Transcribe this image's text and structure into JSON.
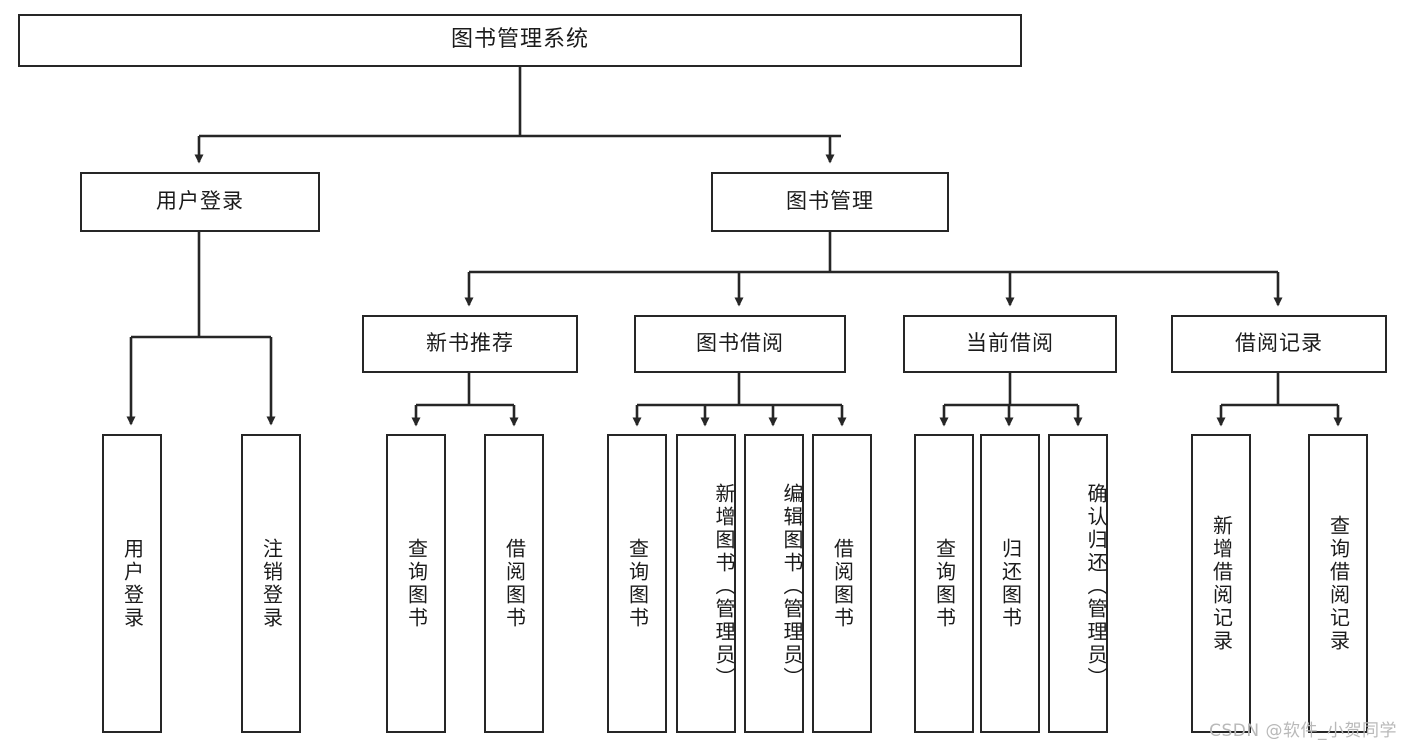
{
  "diagram": {
    "title": "图书管理系统",
    "type": "tree-hierarchy",
    "watermark": "CSDN @软件_小贺同学",
    "colors": {
      "border": "#262626",
      "background": "#ffffff",
      "text": "#1b1b1b",
      "watermark": "#b9b9b9"
    },
    "levels": {
      "root": {
        "label": "图书管理系统"
      },
      "level2": [
        {
          "id": "user-login",
          "label": "用户登录"
        },
        {
          "id": "book-management",
          "label": "图书管理"
        }
      ],
      "level3": [
        {
          "id": "new-book-recommend",
          "label": "新书推荐"
        },
        {
          "id": "book-borrow",
          "label": "图书借阅"
        },
        {
          "id": "current-borrow",
          "label": "当前借阅"
        },
        {
          "id": "borrow-record",
          "label": "借阅记录"
        }
      ],
      "leaves": [
        {
          "id": "leaf-user-login",
          "label": "用户登录",
          "parent": "user-login"
        },
        {
          "id": "leaf-logout-login",
          "label": "注销登录",
          "parent": "user-login"
        },
        {
          "id": "leaf-query-book-1",
          "label": "查询图书",
          "parent": "new-book-recommend"
        },
        {
          "id": "leaf-borrow-book-1",
          "label": "借阅图书",
          "parent": "new-book-recommend"
        },
        {
          "id": "leaf-query-book-2",
          "label": "查询图书",
          "parent": "book-borrow"
        },
        {
          "id": "leaf-add-book",
          "label": "新增图书（管理员）",
          "parent": "book-borrow"
        },
        {
          "id": "leaf-edit-book",
          "label": "编辑图书（管理员）",
          "parent": "book-borrow"
        },
        {
          "id": "leaf-borrow-book-2",
          "label": "借阅图书",
          "parent": "book-borrow"
        },
        {
          "id": "leaf-query-book-3",
          "label": "查询图书",
          "parent": "current-borrow"
        },
        {
          "id": "leaf-return-book",
          "label": "归还图书",
          "parent": "current-borrow"
        },
        {
          "id": "leaf-confirm-return",
          "label": "确认归还（管理员）",
          "parent": "current-borrow"
        },
        {
          "id": "leaf-add-record",
          "label": "新增借阅记录",
          "parent": "borrow-record"
        },
        {
          "id": "leaf-query-record",
          "label": "查询借阅记录",
          "parent": "borrow-record"
        }
      ]
    }
  }
}
